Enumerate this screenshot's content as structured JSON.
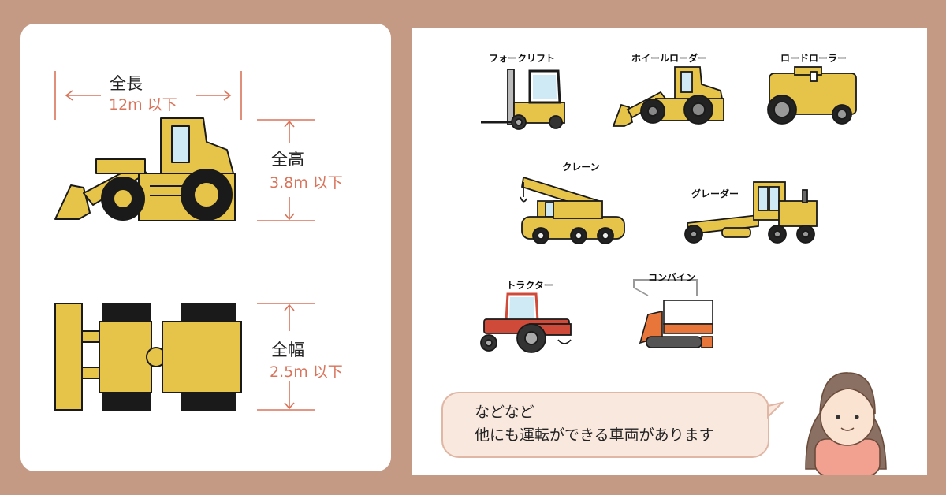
{
  "dimensions": {
    "length": {
      "label": "全長",
      "value": "12m 以下"
    },
    "height": {
      "label": "全高",
      "value": "3.8m 以下"
    },
    "width": {
      "label": "全幅",
      "value": "2.5m 以下"
    }
  },
  "vehicles": [
    {
      "label": "フォークリフト",
      "icon": "forklift-icon"
    },
    {
      "label": "ホイールローダー",
      "icon": "wheel-loader-icon"
    },
    {
      "label": "ロードローラー",
      "icon": "road-roller-icon"
    },
    {
      "label": "クレーン",
      "icon": "crane-icon"
    },
    {
      "label": "グレーダー",
      "icon": "grader-icon"
    },
    {
      "label": "トラクター",
      "icon": "tractor-icon"
    },
    {
      "label": "コンバイン",
      "icon": "combine-icon"
    }
  ],
  "speech": {
    "line1": "などなど",
    "line2": "他にも運転ができる車両があります"
  },
  "colors": {
    "background": "#c49a85",
    "vehicle_yellow": "#e6c44a",
    "accent_orange": "#d9735a",
    "bubble_fill": "#f9e8de"
  }
}
